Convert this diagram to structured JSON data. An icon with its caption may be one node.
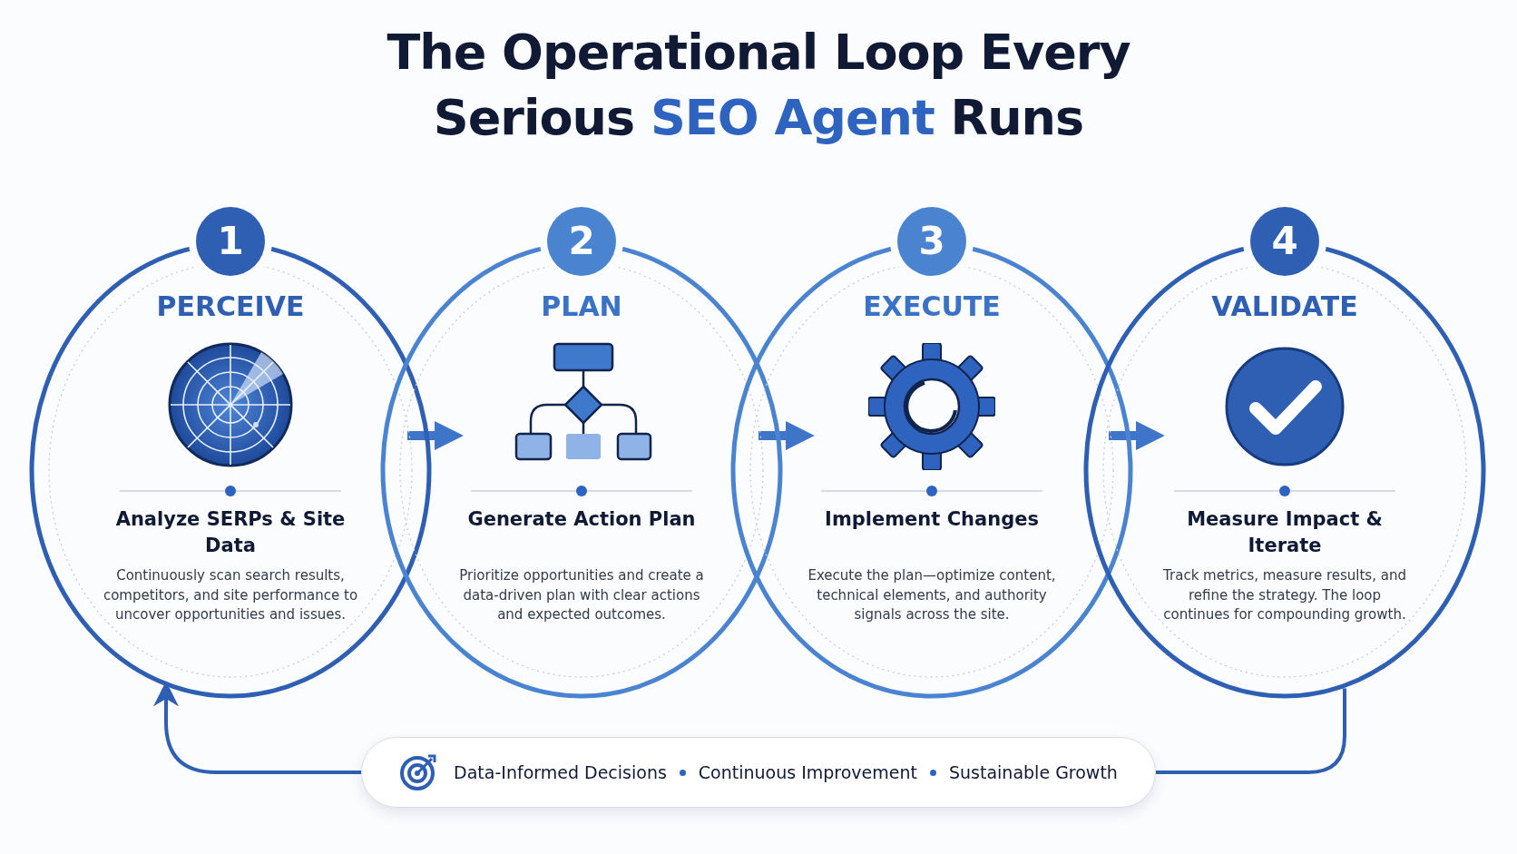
{
  "diagram": {
    "title": "The Operational Loop Every Serious *SEO Agent* Runs",
    "nodes": [
      {
        "text": [
          "1",
          "PERCEIVE",
          "Analyze SERPs & Site Data",
          "Continuously scan search results, competitors, and site performance to uncover opportunities and issues."
        ]
      },
      {
        "text": [
          "2",
          "PLAN",
          "Generate Action Plan",
          "Prioritize opportunities and create a data-driven plan with clear actions and expected outcomes."
        ]
      },
      {
        "text": [
          "3",
          "EXECUTE",
          "Implement Changes",
          "Execute the plan—optimize content, technical elements, and authority signals across the site."
        ]
      },
      {
        "text": [
          "4",
          "VALIDATE",
          "Measure Impact & Iterate",
          "Track metrics, measure results, and refine the strategy. The loop continues for compounding growth."
        ]
      },
      {
        "text": [
          "Data-Informed Decisions",
          "Continuous Improvement",
          "Sustainable Growth"
        ]
      }
    ],
    "edges": [
      {
        "from": 0,
        "to": 1,
        "arrow": "to"
      },
      {
        "from": 1,
        "to": 2,
        "arrow": "to"
      },
      {
        "from": 2,
        "to": 3,
        "arrow": "to"
      },
      {
        "from": 3,
        "to": 4,
        "arrow": "none"
      },
      {
        "from": 4,
        "to": 0,
        "arrow": "to"
      }
    ]
  }
}
